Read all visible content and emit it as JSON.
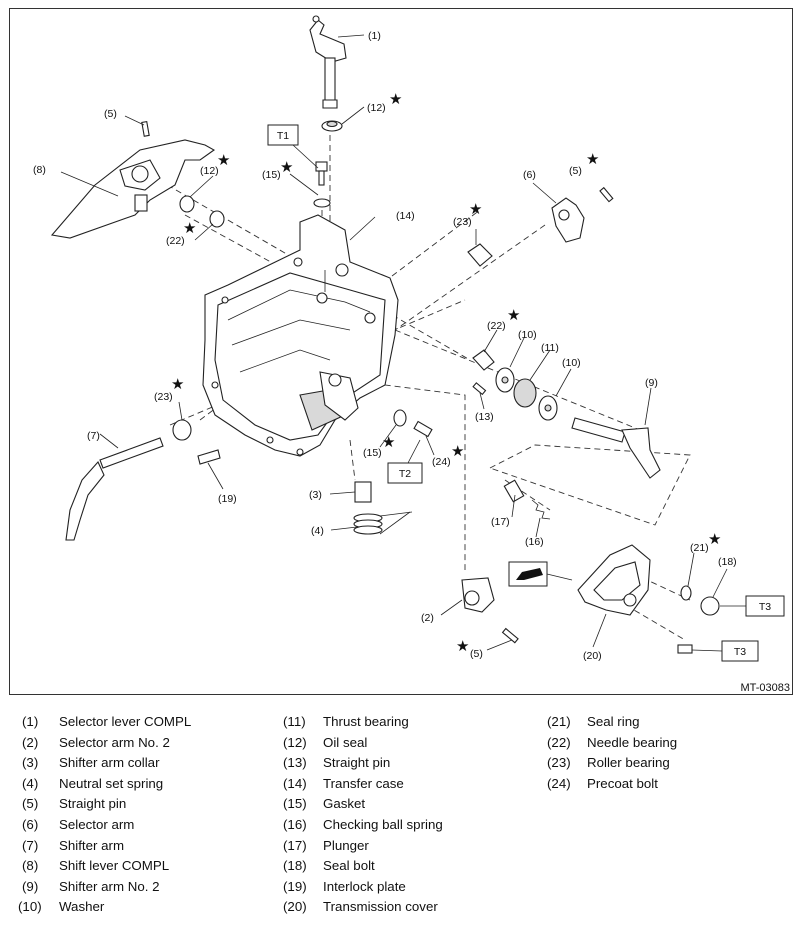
{
  "figure": {
    "id": "MT-03083",
    "callouts": {
      "c1": "(1)",
      "c2": "(2)",
      "c3": "(3)",
      "c4": "(4)",
      "c5a": "(5)",
      "c5b": "(5)",
      "c5c": "(5)",
      "c6": "(6)",
      "c7": "(7)",
      "c8": "(8)",
      "c9": "(9)",
      "c10a": "(10)",
      "c10b": "(10)",
      "c11": "(11)",
      "c12a": "(12)",
      "c12b": "(12)",
      "c13": "(13)",
      "c14": "(14)",
      "c15a": "(15)",
      "c15b": "(15)",
      "c16": "(16)",
      "c17": "(17)",
      "c18": "(18)",
      "c19": "(19)",
      "c20": "(20)",
      "c21": "(21)",
      "c22a": "(22)",
      "c22b": "(22)",
      "c23a": "(23)",
      "c23b": "(23)",
      "c24": "(24)"
    },
    "torque_tags": {
      "t1": "T1",
      "t2": "T2",
      "t3a": "T3",
      "t3b": "T3"
    },
    "star_symbol": "★"
  },
  "legend": {
    "col1": [
      {
        "num": "(1)",
        "name": "Selector lever COMPL"
      },
      {
        "num": "(2)",
        "name": "Selector arm No. 2"
      },
      {
        "num": "(3)",
        "name": "Shifter arm collar"
      },
      {
        "num": "(4)",
        "name": "Neutral set spring"
      },
      {
        "num": "(5)",
        "name": "Straight pin"
      },
      {
        "num": "(6)",
        "name": "Selector arm"
      },
      {
        "num": "(7)",
        "name": "Shifter arm"
      },
      {
        "num": "(8)",
        "name": "Shift lever COMPL"
      },
      {
        "num": "(9)",
        "name": "Shifter arm No. 2"
      },
      {
        "num": "(10)",
        "name": "Washer"
      }
    ],
    "col2": [
      {
        "num": "(11)",
        "name": "Thrust bearing"
      },
      {
        "num": "(12)",
        "name": "Oil seal"
      },
      {
        "num": "(13)",
        "name": "Straight pin"
      },
      {
        "num": "(14)",
        "name": "Transfer case"
      },
      {
        "num": "(15)",
        "name": "Gasket"
      },
      {
        "num": "(16)",
        "name": "Checking ball spring"
      },
      {
        "num": "(17)",
        "name": "Plunger"
      },
      {
        "num": "(18)",
        "name": "Seal bolt"
      },
      {
        "num": "(19)",
        "name": "Interlock plate"
      },
      {
        "num": "(20)",
        "name": "Transmission cover"
      }
    ],
    "col3": [
      {
        "num": "(21)",
        "name": "Seal ring"
      },
      {
        "num": "(22)",
        "name": "Needle bearing"
      },
      {
        "num": "(23)",
        "name": "Roller bearing"
      },
      {
        "num": "(24)",
        "name": "Precoat bolt"
      }
    ]
  }
}
